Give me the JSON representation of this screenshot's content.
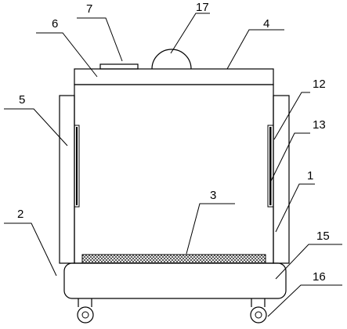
{
  "labels": {
    "l1": "1",
    "l2": "2",
    "l3": "3",
    "l4": "4",
    "l5": "5",
    "l6": "6",
    "l7": "7",
    "l12": "12",
    "l13": "13",
    "l15": "15",
    "l16": "16",
    "l17": "17"
  }
}
